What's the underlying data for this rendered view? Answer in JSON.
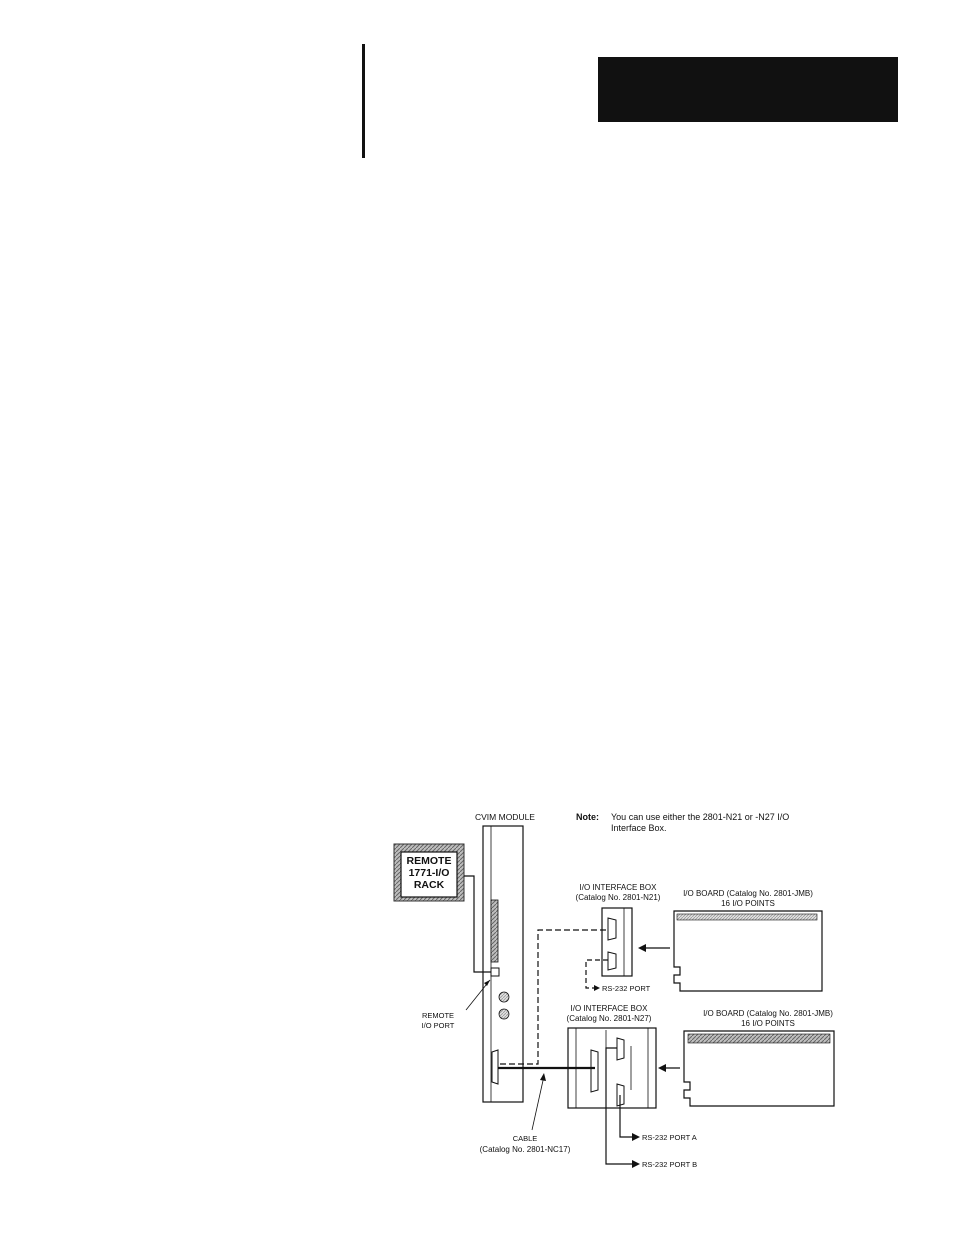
{
  "header": {
    "chapter_tab_color": "#111111"
  },
  "diagram": {
    "cvim_module_label": "CVIM MODULE",
    "note_label": "Note:",
    "note_line1": "You can use either the 2801-N21 or -N27 I/O",
    "note_line2": "Interface Box.",
    "remote_rack_line1": "REMOTE",
    "remote_rack_line2": "1771-I/O",
    "remote_rack_line3": "RACK",
    "remote_port_line1": "REMOTE",
    "remote_port_line2": "I/O PORT",
    "interface_box_n21_title": "I/O INTERFACE BOX",
    "interface_box_n21_catalog": "(Catalog No. 2801-N21)",
    "io_board_top_title": "I/O BOARD (Catalog No. 2801-JMB)",
    "io_board_top_points": "16 I/O POINTS",
    "rs232_port": "RS-232 PORT",
    "interface_box_n27_title": "I/O INTERFACE BOX",
    "interface_box_n27_catalog": "(Catalog No. 2801-N27)",
    "io_board_bottom_title": "I/O BOARD (Catalog No. 2801-JMB)",
    "io_board_bottom_points": "16 I/O POINTS",
    "cable_label": "CABLE",
    "cable_catalog": "(Catalog No. 2801-NC17)",
    "rs232_port_a": "RS-232 PORT A",
    "rs232_port_b": "RS-232 PORT B"
  }
}
